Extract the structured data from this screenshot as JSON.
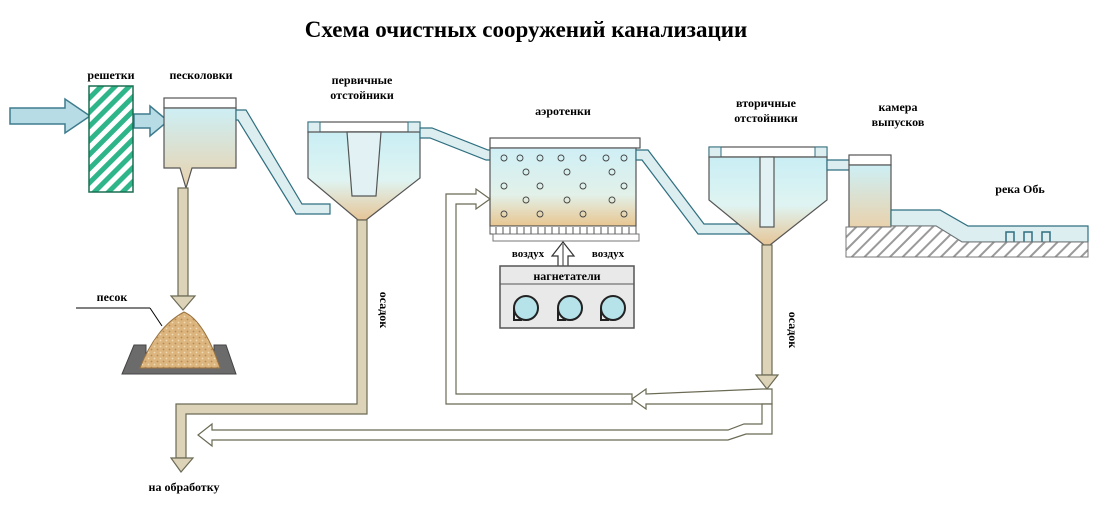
{
  "title": "Схема очистных сооружений канализации",
  "labels": {
    "screens": "решетки",
    "sand_traps": "песколовки",
    "primary_line1": "первичные",
    "primary_line2": "отстойники",
    "aerotanks": "аэротенки",
    "secondary_line1": "вторичные",
    "secondary_line2": "отстойники",
    "outlet_line1": "камера",
    "outlet_line2": "выпусков",
    "river": "река Обь",
    "sand": "песок",
    "air_left": "воздух",
    "air_right": "воздух",
    "blowers": "нагнетатели",
    "sludge_1": "осадок",
    "sludge_2": "осадок",
    "to_treatment": "на обработку"
  },
  "colors": {
    "pipe_fill": "#ddeef0",
    "pipe_stroke": "#2f6f80",
    "water_top": "#c7ecf2",
    "water_sediment": "#e8c89a",
    "sludge_pipe": "#ddd3b8",
    "sludge_stroke": "#6b6a55",
    "screen_green": "#2fb58a",
    "sand_fill": "#dcb47e",
    "arrow_fill": "#b8dce6",
    "arrow_stroke": "#3e7c8d",
    "ground_hatch": "#8c8c8c",
    "blower_box": "#e9e9e9",
    "blower_circle": "#b6e3ea"
  }
}
